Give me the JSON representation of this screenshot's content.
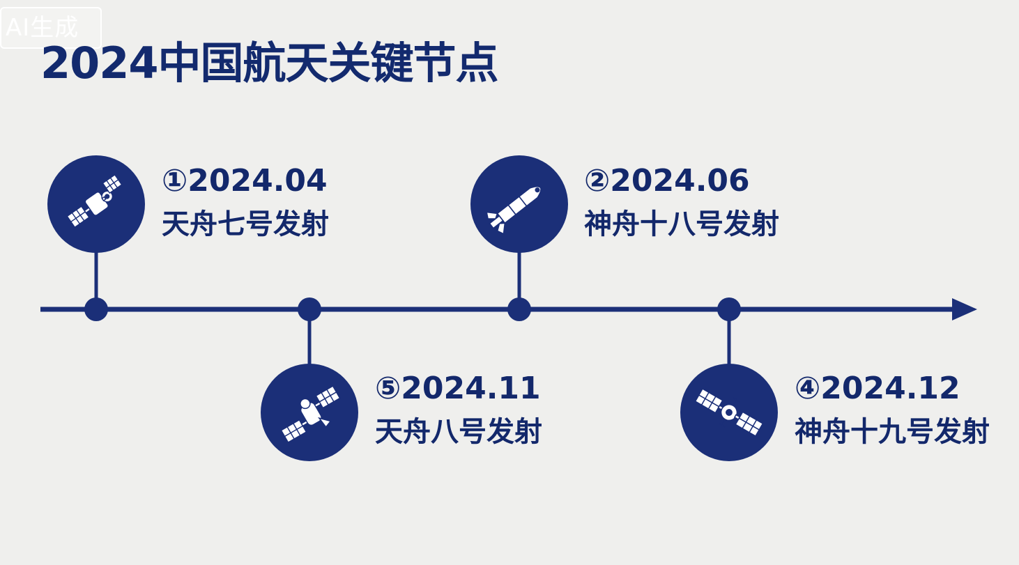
{
  "watermark": "AI生成",
  "title": "2024中国航天关键节点",
  "colors": {
    "primary": "#1b2f78",
    "background": "#efefed",
    "text": "#13286b"
  },
  "milestones": [
    {
      "date": "①2024.04",
      "event": "天舟七号发射",
      "icon": "satellite-icon",
      "position": "above"
    },
    {
      "date": "⑤2024.11",
      "event": "天舟八号发射",
      "icon": "satellite-icon",
      "position": "below"
    },
    {
      "date": "②2024.06",
      "event": "神舟十八号发射",
      "icon": "rocket-icon",
      "position": "above"
    },
    {
      "date": "④2024.12",
      "event": "神舟十九号发射",
      "icon": "spacecraft-icon",
      "position": "below"
    }
  ]
}
